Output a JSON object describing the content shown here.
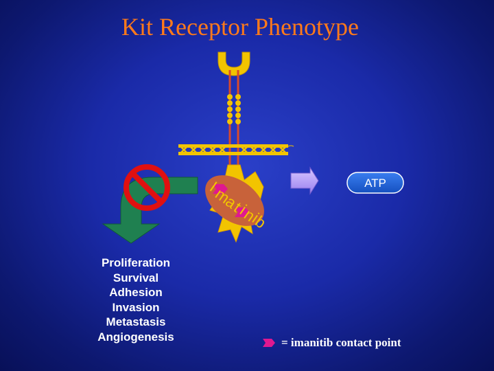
{
  "title": "Kit Receptor Phenotype",
  "drug": {
    "name_letters": [
      "I",
      "m",
      "a",
      "t",
      "i",
      "n",
      "i",
      "b"
    ]
  },
  "atp": {
    "label": "ATP"
  },
  "outcomes": [
    "Proliferation",
    "Survival",
    "Adhesion",
    "Invasion",
    "Metastasis",
    "Angiogenesis"
  ],
  "legend": {
    "text": "= imanitib contact point"
  },
  "colors": {
    "title": "#ff7a1a",
    "receptor_arm": "#f2c400",
    "membrane": "#f2c400",
    "strand": "#d84a2a",
    "drug_ellipse": "#c8623a",
    "drug_text": "#f2c400",
    "atp_capsule": "#1f63d8",
    "arrow_green": "#1f8050",
    "prohibit_red": "#e01010",
    "arrow_lavender": "#b8a0ff",
    "contact_point": "#e01890"
  }
}
